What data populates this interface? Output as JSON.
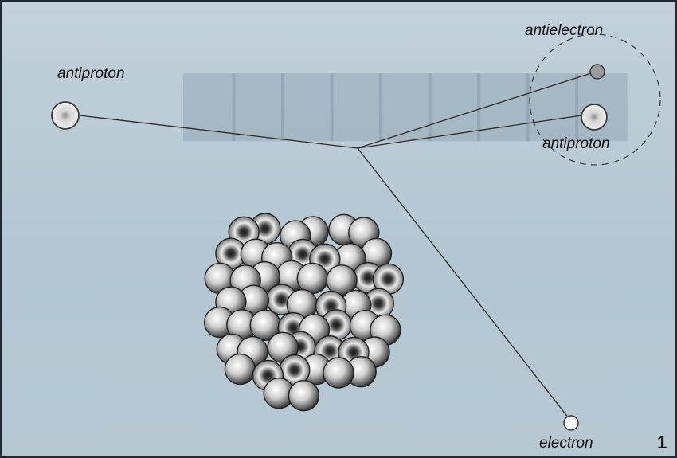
{
  "labels": {
    "antiproton_left": "antiproton",
    "antielectron": "antielectron",
    "antiproton_right": "antiproton",
    "electron": "electron"
  },
  "figure_number": "1",
  "colors": {
    "background": "#b9c9d4",
    "track": "#2b2b2b",
    "particle_rim": "#3a3a3a",
    "nucleon_dark": "#2c2c2c",
    "nucleon_light": "#f2f2f2",
    "antiproton_fill": "#d9d9d9",
    "antielectron_fill": "#9a9a9a",
    "electron_fill": "#f8f8f8"
  },
  "icons": {
    "nucleus": "nucleus-cluster-icon",
    "orbit": "dashed-orbit-circle"
  }
}
